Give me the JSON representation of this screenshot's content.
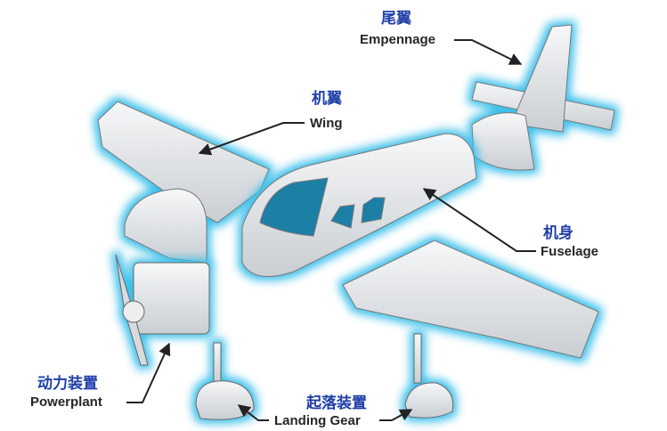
{
  "labels": {
    "empennage": {
      "zh": "尾翼",
      "en": "Empennage"
    },
    "wing": {
      "zh": "机翼",
      "en": "Wing"
    },
    "fuselage": {
      "zh": "机身",
      "en": "Fuselage"
    },
    "powerplant": {
      "zh": "动力装置",
      "en": "Powerplant"
    },
    "landing_gear": {
      "zh": "起落装置",
      "en": "Landing Gear"
    }
  },
  "colors": {
    "chinese_label": "#2040a8",
    "english_label": "#262626",
    "glow": "#3cc0ea",
    "part_fill": "#e9ecef",
    "window": "#1d7fa6"
  }
}
